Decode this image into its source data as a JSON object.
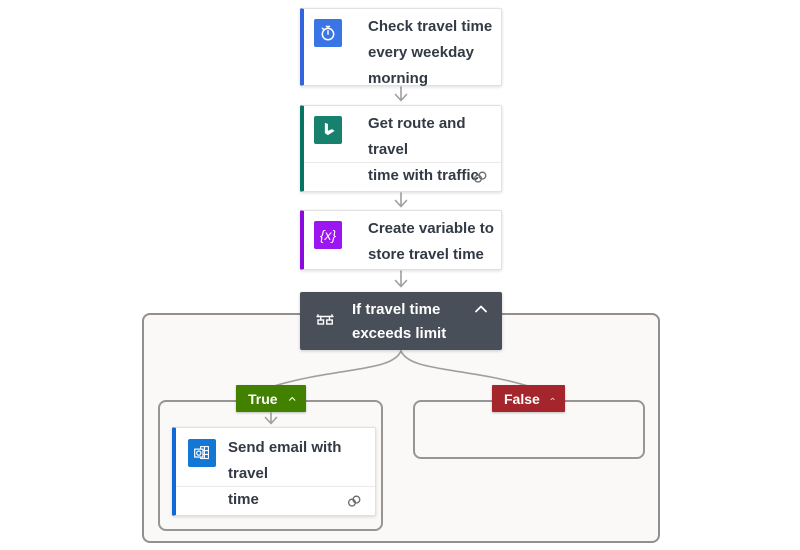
{
  "cards": {
    "trigger": {
      "title": "Check travel time\nevery weekday\nmorning",
      "icon": "recurrence-icon",
      "accent": "#3164de",
      "icon_bg": "#3a75e5"
    },
    "route": {
      "title": "Get route and travel\ntime with traffic",
      "icon": "bing-maps-icon",
      "accent": "#077362",
      "icon_bg": "#17816e",
      "footer_icon": "connection-icon"
    },
    "variable": {
      "title": "Create variable to\nstore travel time",
      "icon": "variable-icon",
      "glyph": "{x}",
      "accent": "#8a0be0",
      "icon_bg": "#9c16f2"
    },
    "condition": {
      "title": "If travel time\nexceeds limit",
      "icon": "condition-icon",
      "bg": "#484f58"
    },
    "email": {
      "title": "Send email with travel\ntime",
      "icon": "outlook-icon",
      "accent": "#1167d3",
      "icon_bg": "#1377d6",
      "footer_icon": "connection-icon"
    }
  },
  "branches": {
    "true": {
      "label": "True",
      "color": "#428000"
    },
    "false": {
      "label": "False",
      "color": "#a4262c"
    }
  },
  "colors": {
    "connector": "#a19f9d",
    "scope_border": "#928f8d",
    "scope_fill": "#faf9f8",
    "card_text": "#323a45",
    "condition_bg": "#484f58"
  }
}
